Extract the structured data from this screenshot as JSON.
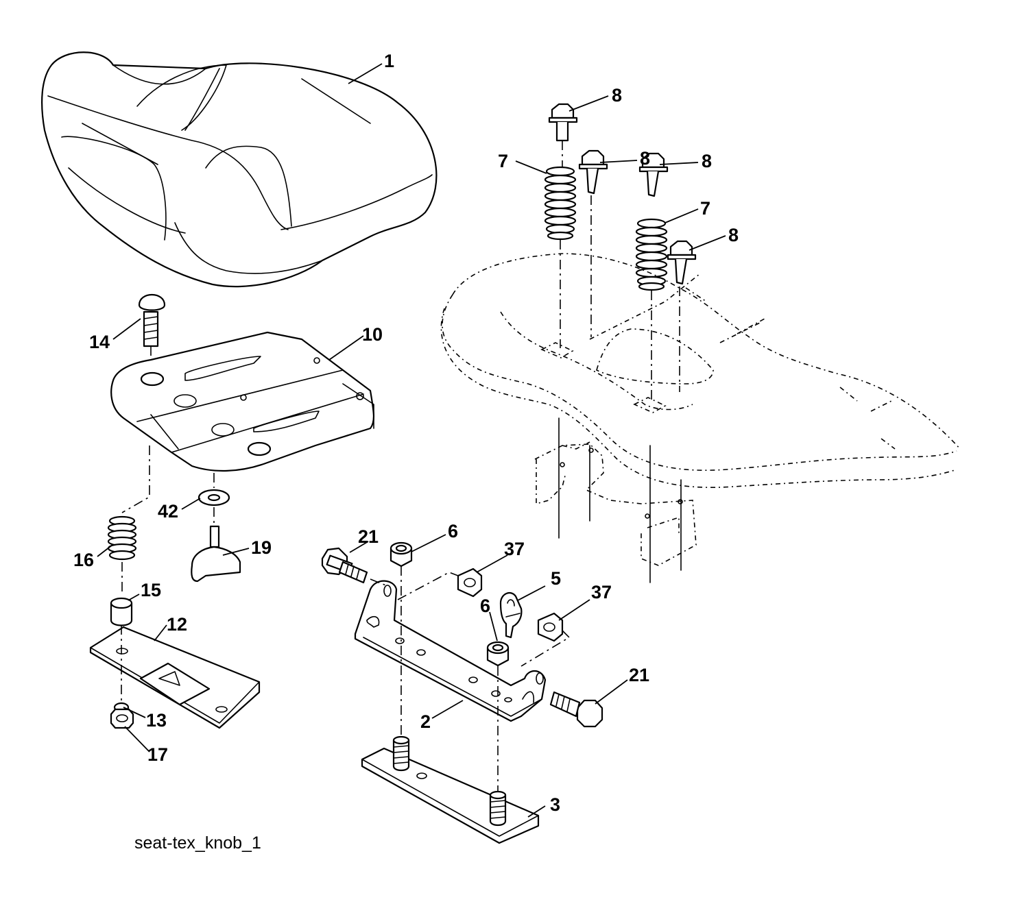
{
  "caption": "seat-tex_knob_1",
  "callouts": [
    {
      "id": "c1",
      "label": "1"
    },
    {
      "id": "c8a",
      "label": "8"
    },
    {
      "id": "c8b",
      "label": "8"
    },
    {
      "id": "c8c",
      "label": "8"
    },
    {
      "id": "c8d",
      "label": "8"
    },
    {
      "id": "c7a",
      "label": "7"
    },
    {
      "id": "c7b",
      "label": "7"
    },
    {
      "id": "c14",
      "label": "14"
    },
    {
      "id": "c10",
      "label": "10"
    },
    {
      "id": "c42",
      "label": "42"
    },
    {
      "id": "c16",
      "label": "16"
    },
    {
      "id": "c19",
      "label": "19"
    },
    {
      "id": "c15",
      "label": "15"
    },
    {
      "id": "c12",
      "label": "12"
    },
    {
      "id": "c13",
      "label": "13"
    },
    {
      "id": "c17",
      "label": "17"
    },
    {
      "id": "c21a",
      "label": "21"
    },
    {
      "id": "c6a",
      "label": "6"
    },
    {
      "id": "c37a",
      "label": "37"
    },
    {
      "id": "c5",
      "label": "5"
    },
    {
      "id": "c6b",
      "label": "6"
    },
    {
      "id": "c37b",
      "label": "37"
    },
    {
      "id": "c21b",
      "label": "21"
    },
    {
      "id": "c2",
      "label": "2"
    },
    {
      "id": "c3",
      "label": "3"
    }
  ]
}
